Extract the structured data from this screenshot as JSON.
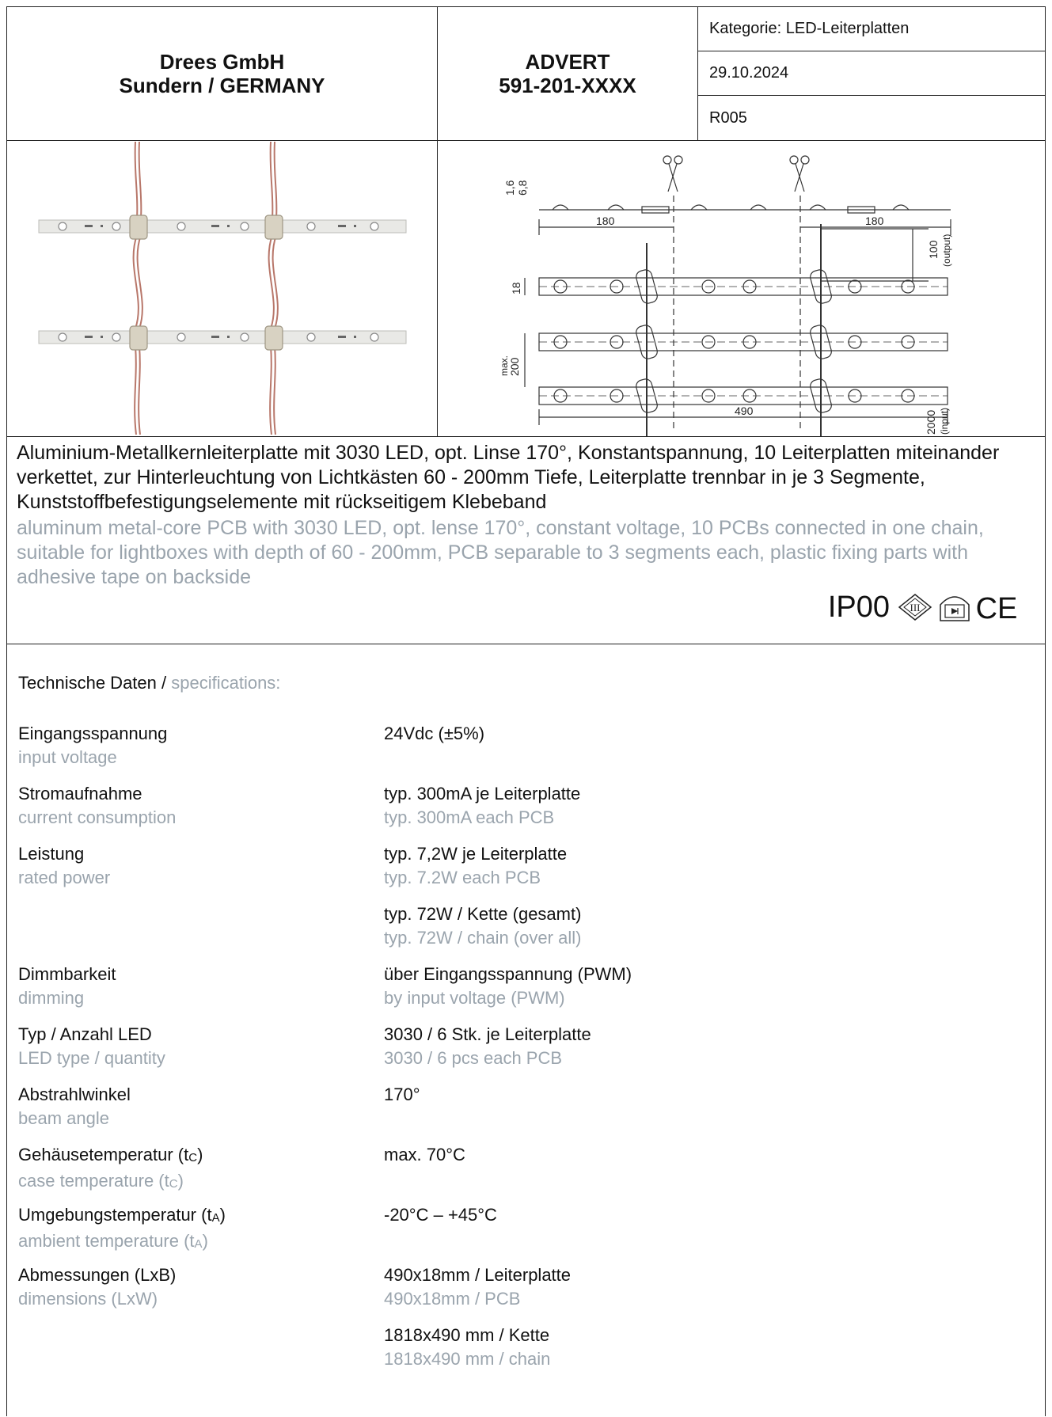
{
  "header": {
    "company_name": "Drees GmbH",
    "company_location": "Sundern / GERMANY",
    "product_line": "ADVERT",
    "product_number": "591-201-XXXX",
    "category": "Kategorie: LED-Leiterplatten",
    "date": "29.10.2024",
    "revision": "R005"
  },
  "drawing": {
    "dims": {
      "d1": "1,6",
      "d2": "6,8",
      "seg_left": "180",
      "seg_right": "180",
      "width": "18",
      "output_len": "100",
      "output_label": "(output)",
      "max_label": "max.",
      "max_value": "200",
      "board_len": "490",
      "input_len": "2000",
      "input_label": "(input)"
    }
  },
  "description": {
    "de": " Aluminium-Metallkernleiterplatte mit 3030 LED, opt. Linse 170°, Konstantspannung, 10 Leiterplatten miteinander verkettet, zur Hinterleuchtung von Lichtkästen 60 - 200mm Tiefe, Leiterplatte trennbar in je 3 Segmente, Kunststoffbefestigungselemente mit rückseitigem Klebeband",
    "en": "aluminum metal-core PCB with 3030 LED, opt. lense 170°, constant voltage, 10 PCBs connected in one chain, suitable for lightboxes with depth of 60 - 200mm, PCB separable to 3 segments each, plastic fixing parts with adhesive tape on backside",
    "ip_rating": "IP00",
    "ce_mark": "CE",
    "class3_symbol": "III"
  },
  "specs": {
    "title_de": "Technische Daten",
    "title_sep": " / ",
    "title_en": "specifications:",
    "rows": [
      {
        "l_de": "Eingangsspannung",
        "l_en": "input voltage",
        "v_de": "24Vdc (±5%)",
        "v_en": ""
      },
      {
        "l_de": "Stromaufnahme",
        "l_en": "current consumption",
        "v_de": "typ. 300mA je Leiterplatte",
        "v_en": "typ. 300mA each PCB"
      },
      {
        "l_de": "Leistung",
        "l_en": "rated power",
        "v_de": "typ. 7,2W je Leiterplatte",
        "v_en": "typ. 7.2W each PCB"
      },
      {
        "l_de": "",
        "l_en": "",
        "v_de": "typ. 72W / Kette (gesamt)",
        "v_en": "typ. 72W / chain (over all)"
      },
      {
        "l_de": "Dimmbarkeit",
        "l_en": "dimming",
        "v_de": "über Eingangsspannung (PWM)",
        "v_en": "by input voltage (PWM)"
      },
      {
        "l_de": "Typ / Anzahl LED",
        "l_en": "LED type / quantity",
        "v_de": "3030 / 6 Stk. je Leiterplatte",
        "v_en": "3030 / 6 pcs each PCB"
      },
      {
        "l_de": "Abstrahlwinkel",
        "l_en": "beam angle",
        "v_de": "170°",
        "v_en": ""
      },
      {
        "l_de_main": "Gehäusetemperatur (t",
        "l_de_sub": "C",
        "l_de_end": ")",
        "l_en_main": "case temperature (t",
        "l_en_sub": "C",
        "l_en_end": ")",
        "v_de": "max. 70°C",
        "v_en": ""
      },
      {
        "l_de_main": "Umgebungstemperatur (t",
        "l_de_sub": "A",
        "l_de_end": ")",
        "l_en_main": "ambient temperature (t",
        "l_en_sub": "A",
        "l_en_end": ")",
        "v_de": "-20°C – +45°C",
        "v_en": ""
      },
      {
        "l_de": "Abmessungen (LxB)",
        "l_en": "dimensions (LxW)",
        "v_de": "490x18mm / Leiterplatte",
        "v_en": "490x18mm / PCB"
      },
      {
        "l_de": "",
        "l_en": "",
        "v_de": " 1818x490 mm / Kette",
        "v_en": " 1818x490 mm / chain"
      }
    ]
  }
}
